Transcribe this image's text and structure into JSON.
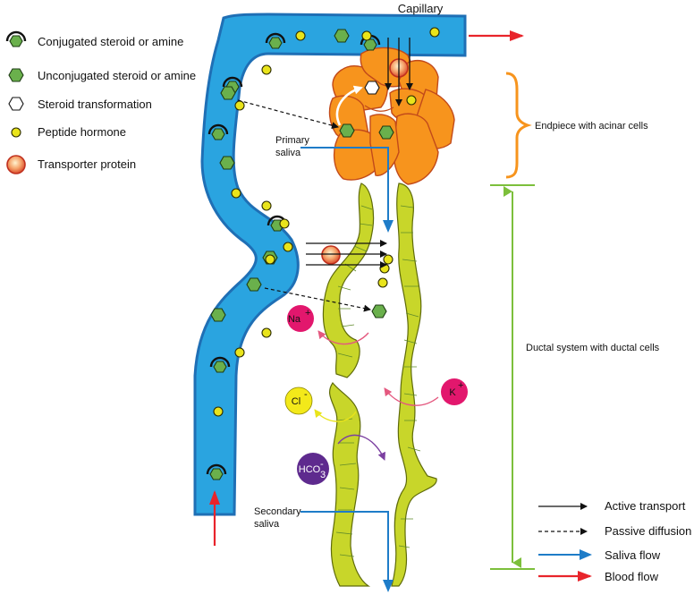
{
  "legend": {
    "conjugated": "Conjugated steroid or amine",
    "unconjugated": "Unconjugated steroid or amine",
    "transformation": "Steroid transformation",
    "peptide": "Peptide hormone",
    "transporter": "Transporter protein"
  },
  "labels": {
    "capillary": "Capillary",
    "endpiece": "Endpiece with acinar cells",
    "ductal": "Ductal system with ductal cells",
    "primary_saliva_1": "Primary",
    "primary_saliva_2": "saliva",
    "secondary_saliva_1": "Secondary",
    "secondary_saliva_2": "saliva"
  },
  "ions": {
    "na": "Na",
    "na_sup": "+",
    "k": "K",
    "k_sup": "+",
    "cl": "Cl",
    "cl_sup": "-",
    "hco": "HCO",
    "hco_sub": "3",
    "hco_sup": "-"
  },
  "key": {
    "active": "Active transport",
    "passive": "Passive diffusion",
    "saliva": "Saliva flow",
    "blood": "Blood flow"
  },
  "colors": {
    "capillary": "#2aa4e0",
    "capillary_edge": "#1f6fb5",
    "acinar": "#f7941d",
    "duct": "#c8d62a",
    "hexagon": "#6ab04c",
    "peptide": "#e9e41b",
    "saliva_arrow": "#1e7cc8",
    "blood_arrow": "#e8242b",
    "endpiece_bracket": "#f7941d",
    "ductal_bracket": "#7cbf3b",
    "na_circle": "#e2176d",
    "k_circle": "#e2176d",
    "cl_circle": "#f3e91a",
    "hco_circle": "#5e2a8e"
  }
}
